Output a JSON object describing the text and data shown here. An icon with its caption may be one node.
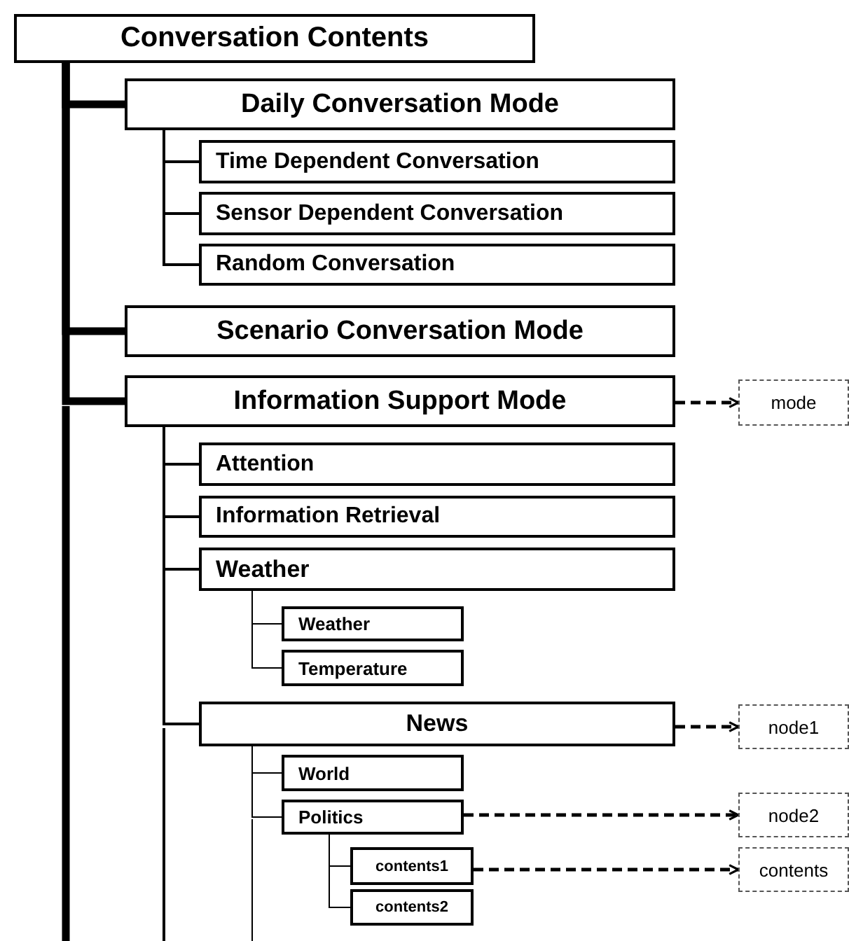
{
  "diagram": {
    "nodes": [
      {
        "text": [
          "Conversation Contents"
        ]
      },
      {
        "text": [
          "Daily Conversation Mode"
        ]
      },
      {
        "text": [
          "Time Dependent Conversation"
        ]
      },
      {
        "text": [
          "Sensor Dependent Conversation"
        ]
      },
      {
        "text": [
          "Random Conversation"
        ]
      },
      {
        "text": [
          "Scenario Conversation Mode"
        ]
      },
      {
        "text": [
          "Information Support Mode"
        ]
      },
      {
        "text": [
          "mode"
        ]
      },
      {
        "text": [
          "Attention"
        ]
      },
      {
        "text": [
          "Information Retrieval"
        ]
      },
      {
        "text": [
          "Weather"
        ]
      },
      {
        "text": [
          "Weather"
        ]
      },
      {
        "text": [
          "Temperature"
        ]
      },
      {
        "text": [
          "News"
        ]
      },
      {
        "text": [
          "node1"
        ]
      },
      {
        "text": [
          "World"
        ]
      },
      {
        "text": [
          "Politics"
        ]
      },
      {
        "text": [
          "node2"
        ]
      },
      {
        "text": [
          "contents1"
        ]
      },
      {
        "text": [
          "contents2"
        ]
      },
      {
        "text": [
          "contents"
        ]
      }
    ],
    "edges": [
      {
        "from": 0,
        "to": 1,
        "arrow": "none",
        "style": "thick"
      },
      {
        "from": 1,
        "to": 2,
        "arrow": "none"
      },
      {
        "from": 1,
        "to": 3,
        "arrow": "none"
      },
      {
        "from": 1,
        "to": 4,
        "arrow": "none"
      },
      {
        "from": 0,
        "to": 5,
        "arrow": "none",
        "style": "thick"
      },
      {
        "from": 0,
        "to": 6,
        "arrow": "none",
        "style": "thick"
      },
      {
        "from": 6,
        "to": 7,
        "arrow": "to",
        "style": "dashed"
      },
      {
        "from": 6,
        "to": 8,
        "arrow": "none"
      },
      {
        "from": 6,
        "to": 9,
        "arrow": "none"
      },
      {
        "from": 6,
        "to": 10,
        "arrow": "none"
      },
      {
        "from": 10,
        "to": 11,
        "arrow": "none"
      },
      {
        "from": 10,
        "to": 12,
        "arrow": "none"
      },
      {
        "from": 6,
        "to": 13,
        "arrow": "none"
      },
      {
        "from": 13,
        "to": 14,
        "arrow": "to",
        "style": "dashed"
      },
      {
        "from": 13,
        "to": 15,
        "arrow": "none"
      },
      {
        "from": 13,
        "to": 16,
        "arrow": "none"
      },
      {
        "from": 16,
        "to": 17,
        "arrow": "to",
        "style": "dashed"
      },
      {
        "from": 16,
        "to": 18,
        "arrow": "none"
      },
      {
        "from": 16,
        "to": 19,
        "arrow": "none"
      },
      {
        "from": 18,
        "to": 20,
        "arrow": "to",
        "style": "dashed"
      }
    ]
  }
}
